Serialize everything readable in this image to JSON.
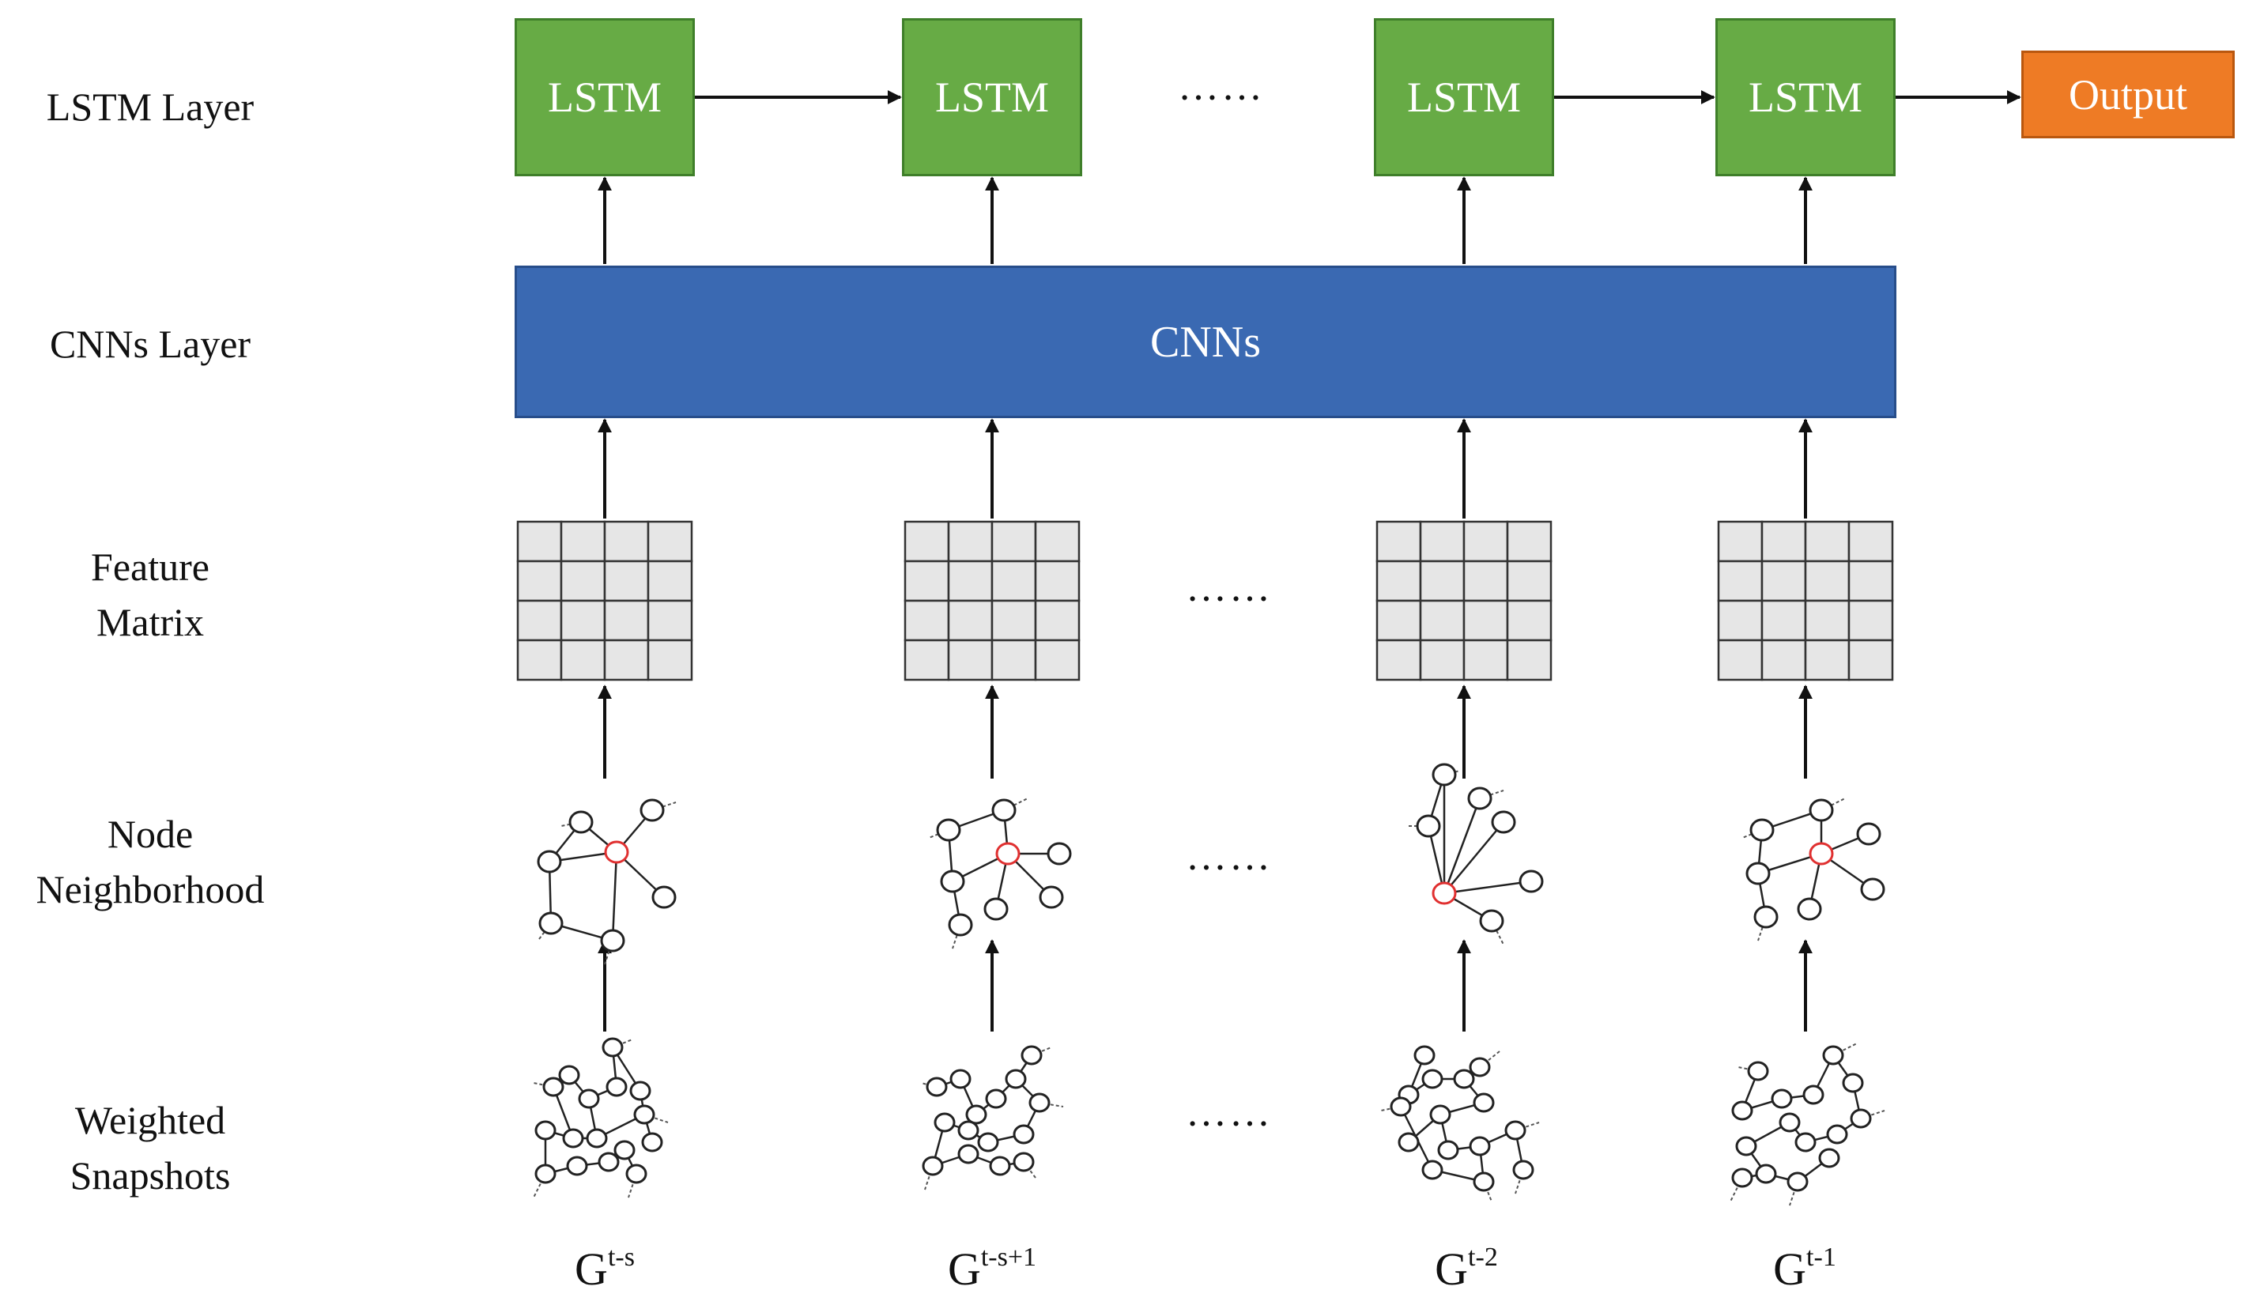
{
  "row_labels": {
    "lstm": "LSTM Layer",
    "cnns": "CNNs Layer",
    "feature_line1": "Feature",
    "feature_line2": "Matrix",
    "node_line1": "Node",
    "node_line2": "Neighborhood",
    "weighted_line1": "Weighted",
    "weighted_line2": "Snapshots"
  },
  "lstm_cells": [
    "LSTM",
    "LSTM",
    "LSTM",
    "LSTM"
  ],
  "cnn_label": "CNNs",
  "output_label": "Output",
  "ellipsis": "……",
  "snapshots": [
    {
      "base": "G",
      "sup": "t-s"
    },
    {
      "base": "G",
      "sup": "t-s+1"
    },
    {
      "base": "G",
      "sup": "t-2"
    },
    {
      "base": "G",
      "sup": "t-1"
    }
  ],
  "colors": {
    "lstm": "#67ab45",
    "cnn": "#3a69b2",
    "output": "#ee7b25",
    "matrix_cell": "#e6e6e6",
    "center_node": "#e03030"
  }
}
